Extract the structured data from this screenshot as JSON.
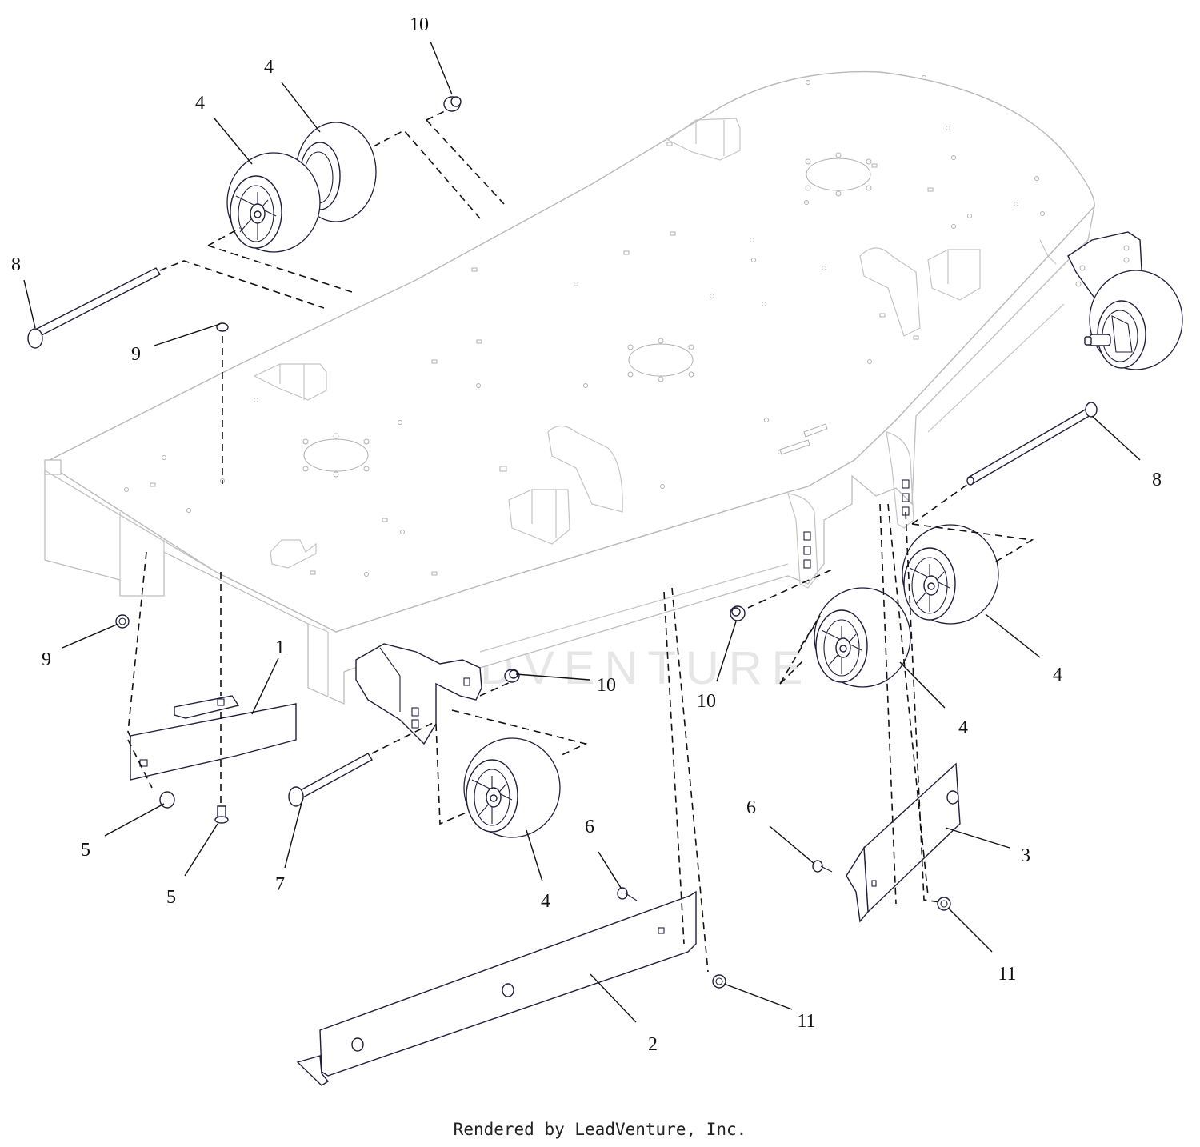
{
  "diagram": {
    "watermark": "LEADVENTURE",
    "footer": "Rendered by LeadVenture, Inc.",
    "callouts": [
      "10",
      "4",
      "4",
      "8",
      "9",
      "9",
      "1",
      "5",
      "5",
      "7",
      "10",
      "4",
      "6",
      "2",
      "11",
      "10",
      "4",
      "4",
      "8",
      "6",
      "3",
      "11"
    ]
  }
}
